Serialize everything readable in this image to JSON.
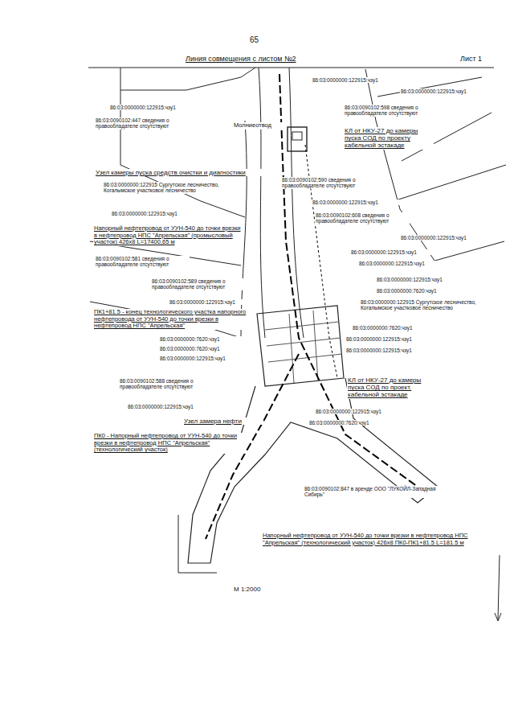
{
  "diagram": {
    "labels": [
      "65",
      "Линия совмещения с листом №2",
      "Лист 1",
      "86:03:0000000:122915:чзу1",
      "86:03:0000000:122915:чзу1",
      "86:03:0090102:598 сведения о правообладателе отсутствуют",
      "КЛ от НКУ-27 до камеры пуска СОД по проекту кабельной эстакаде",
      "86:03:0000000:122915:чзу1",
      "86:03:0090102:447 сведения о правообладателе отсутствуют",
      "Молниеотвод",
      "Узел камеры пуска средств очистки и диагностики",
      "86:03:0000000:122915 Сургутское лесничество, Когалымское участковое лесничество",
      "86:03:0000000:122915:чзу1",
      "86:03:0090102:590 сведения о правообладателе отсутствуют",
      "86:03:0000000:122915:чзу1",
      "86:03:0090102:608 сведения о правообладателе отсутствуют",
      "Напорный нефтепровод от УУН-540 до точки врезки в нефтепровод НПС \"Апрельская\" (промысловый участок) 426х8 L=17400,65 м",
      "86:03:0000000:122915:чзу1",
      "86:03:0090102:581 сведения о правообладателе отсутствуют",
      "86:03:0000000:122915:чзу1",
      "86:03:0000000:122915:чзу1",
      "86:03:0090102:589 сведения о правообладателе отсутствуют",
      "86:03:0000000:122915:чзу1",
      "86:03:0000000:122915:чзу1",
      "86:03:0000000:7620:чзу1",
      "86:03:0000000:122915 Сургутское лесничество, Когалымское участковое лесничество",
      "ПК1+81.5 - конец технологического участка напорного нефтепровода от УУН-540 до точки врезки в нефтепровод НПС \"Апрельская\"",
      "86:03:0000000:7620:чзу1",
      "86:03:0000000:7620:чзу1",
      "86:03:0000000:122915:чзу1",
      "86:03:0090102:588 сведения о правообладателе отсутствуют",
      "86:03:0000000:122915:чзу1",
      "Узел замера нефти",
      "86:03:0000000:7620:чзу1",
      "86:03:0000000:122915:чзу1",
      "86:03:0000000:122915:чзу1",
      "КЛ от НКУ-27 до камеры пуска СОД по проект. кабельной эстакаде",
      "86:03:0000000:122915:чзу1",
      "86:03:0000000:7620:чзу1",
      "ПК0 - Напорный нефтепровод от УУН-540 до точки врезки в нефтепровод НПС \"Апрельская\" (технологический участок)",
      "86:03:0090102:847 в аренде ООО \"ЛУКОЙЛ-Западная Сибирь\"",
      "Напорный нефтепровод от УУН-540 до точки врезки в нефтепровод НПС \"Апрельская\" (технологический участок) 426х8 ПК0-ПК1+81.5 L=181.5 м",
      "М 1:2000"
    ]
  }
}
